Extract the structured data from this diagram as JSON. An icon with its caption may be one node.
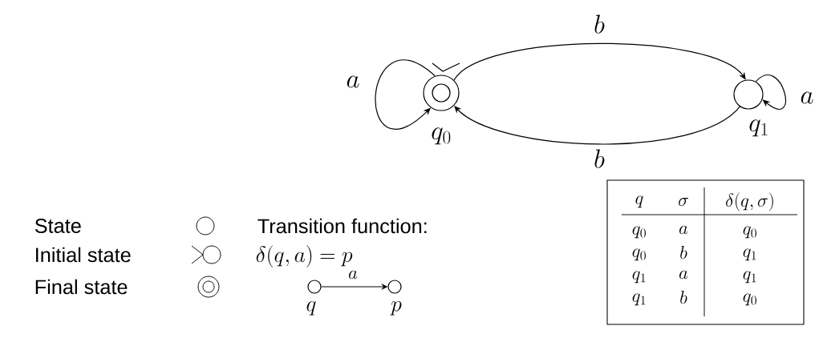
{
  "diagram": {
    "nodes": [
      {
        "text": [],
        "shape": "circle",
        "beside": [
          "q_0"
        ]
      },
      {
        "text": [],
        "shape": "circle",
        "beside": [
          "q_1"
        ]
      },
      {
        "text": [],
        "shape": "circle",
        "beside": [
          "q"
        ]
      },
      {
        "text": [],
        "shape": "circle",
        "beside": [
          "p"
        ]
      }
    ],
    "edges": [
      {
        "from": 0,
        "to": 0,
        "arrow": "to",
        "label": "a"
      },
      {
        "from": 0,
        "to": 1,
        "arrow": "to",
        "label": "b"
      },
      {
        "from": 1,
        "to": 0,
        "arrow": "to",
        "label": "b"
      },
      {
        "from": 1,
        "to": 1,
        "arrow": "to",
        "label": "a"
      },
      {
        "from": 2,
        "to": 3,
        "arrow": "to",
        "label": "a"
      }
    ],
    "labels": [
      "Transition function:",
      "\\delta(q,a) = p",
      "q",
      "\\sigma",
      "\\delta(q,\\sigma)",
      "q_0",
      "a",
      "q_0",
      "q_0",
      "b",
      "q_1",
      "q_1",
      "a",
      "q_1",
      "q_1",
      "b",
      "q_0"
    ],
    "legend": [
      {
        "text": "State"
      },
      {
        "text": "Initial state"
      },
      {
        "text": "Final state"
      }
    ]
  }
}
